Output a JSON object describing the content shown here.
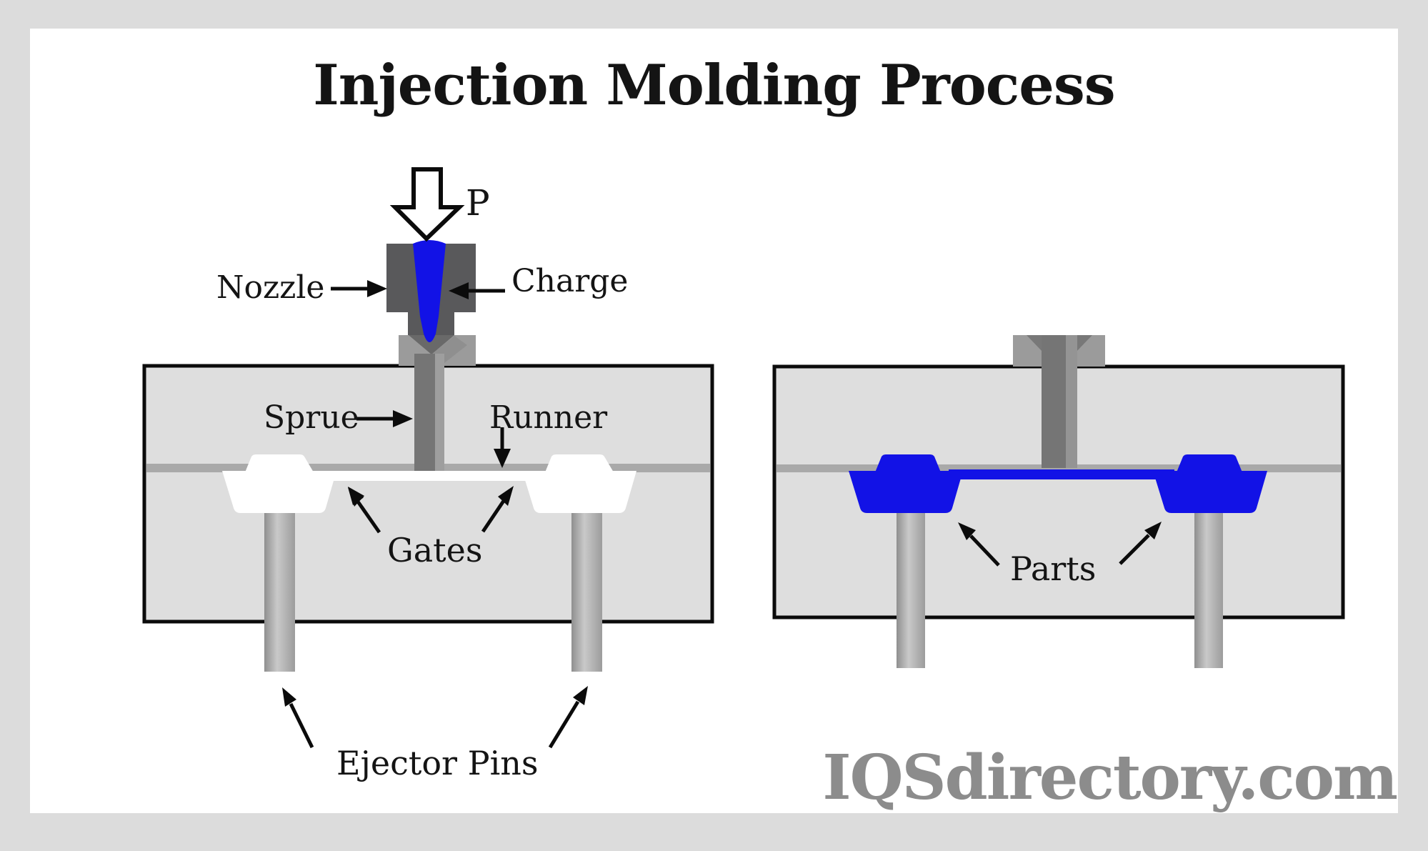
{
  "title": "Injection Molding Process",
  "watermark": "IQSdirectory.com",
  "labels": {
    "pressure": "P",
    "nozzle": "Nozzle",
    "charge": "Charge",
    "sprue": "Sprue",
    "runner": "Runner",
    "gates": "Gates",
    "ejector_pins": "Ejector Pins",
    "parts": "Parts"
  },
  "colors": {
    "charge_blue": "#1212e6",
    "mold_gray": "#dedede",
    "parting_gray": "#a9a9a9",
    "nozzle_gray": "#59595b",
    "sprue_dark_gray": "#757575",
    "sprue_light_gray": "#9e9e9e",
    "bushing_gray": "#9b9b9b",
    "frame_gray": "#dcdcdc",
    "watermark_gray": "#8c8c8c"
  }
}
